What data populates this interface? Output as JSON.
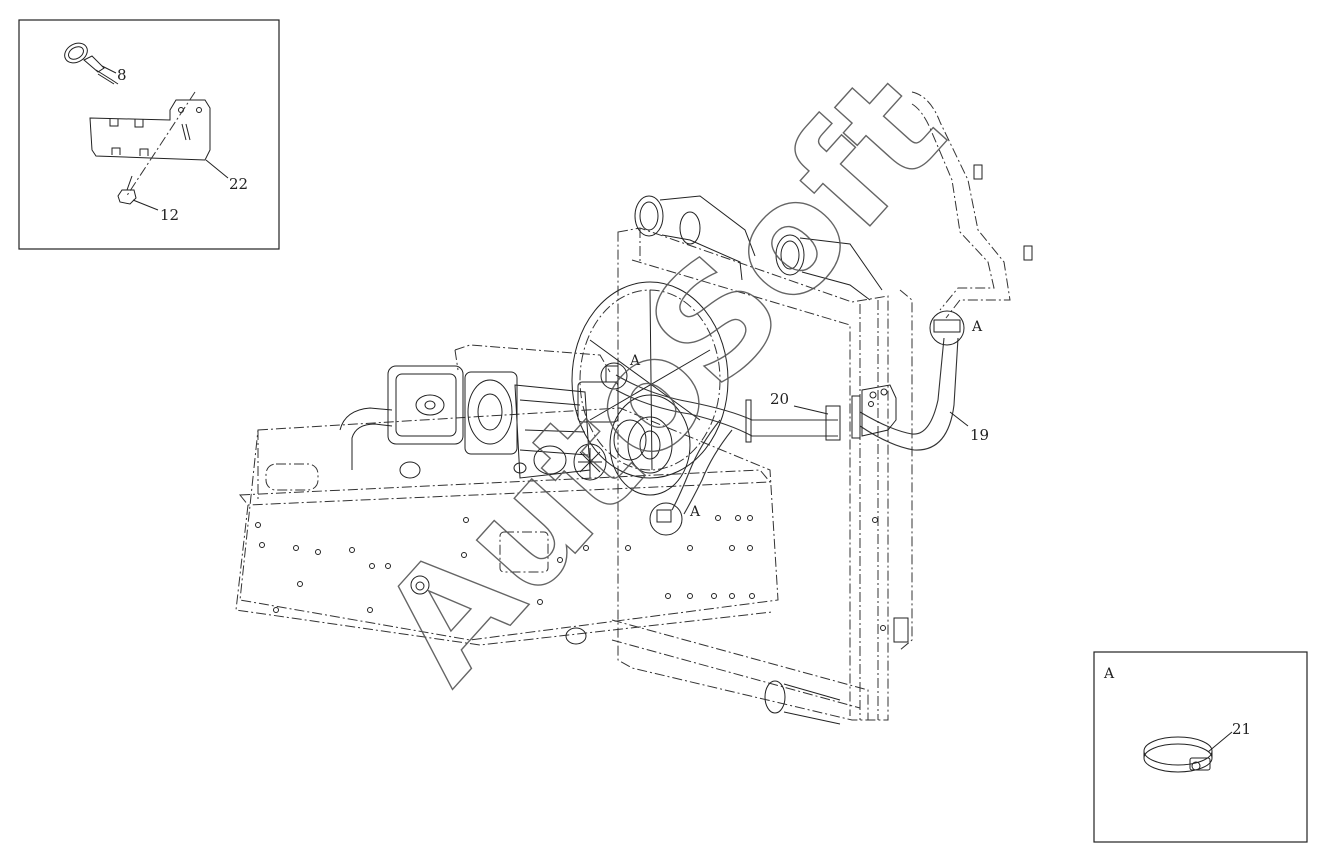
{
  "inset_top_left": {
    "callouts": [
      "8",
      "22",
      "12"
    ]
  },
  "main": {
    "callouts": [
      "20",
      "19"
    ],
    "detail_markers": [
      "A",
      "A",
      "A"
    ]
  },
  "inset_bottom_right": {
    "title": "A",
    "callouts": [
      "21"
    ]
  },
  "watermark": {
    "text": "AutoSoft"
  }
}
